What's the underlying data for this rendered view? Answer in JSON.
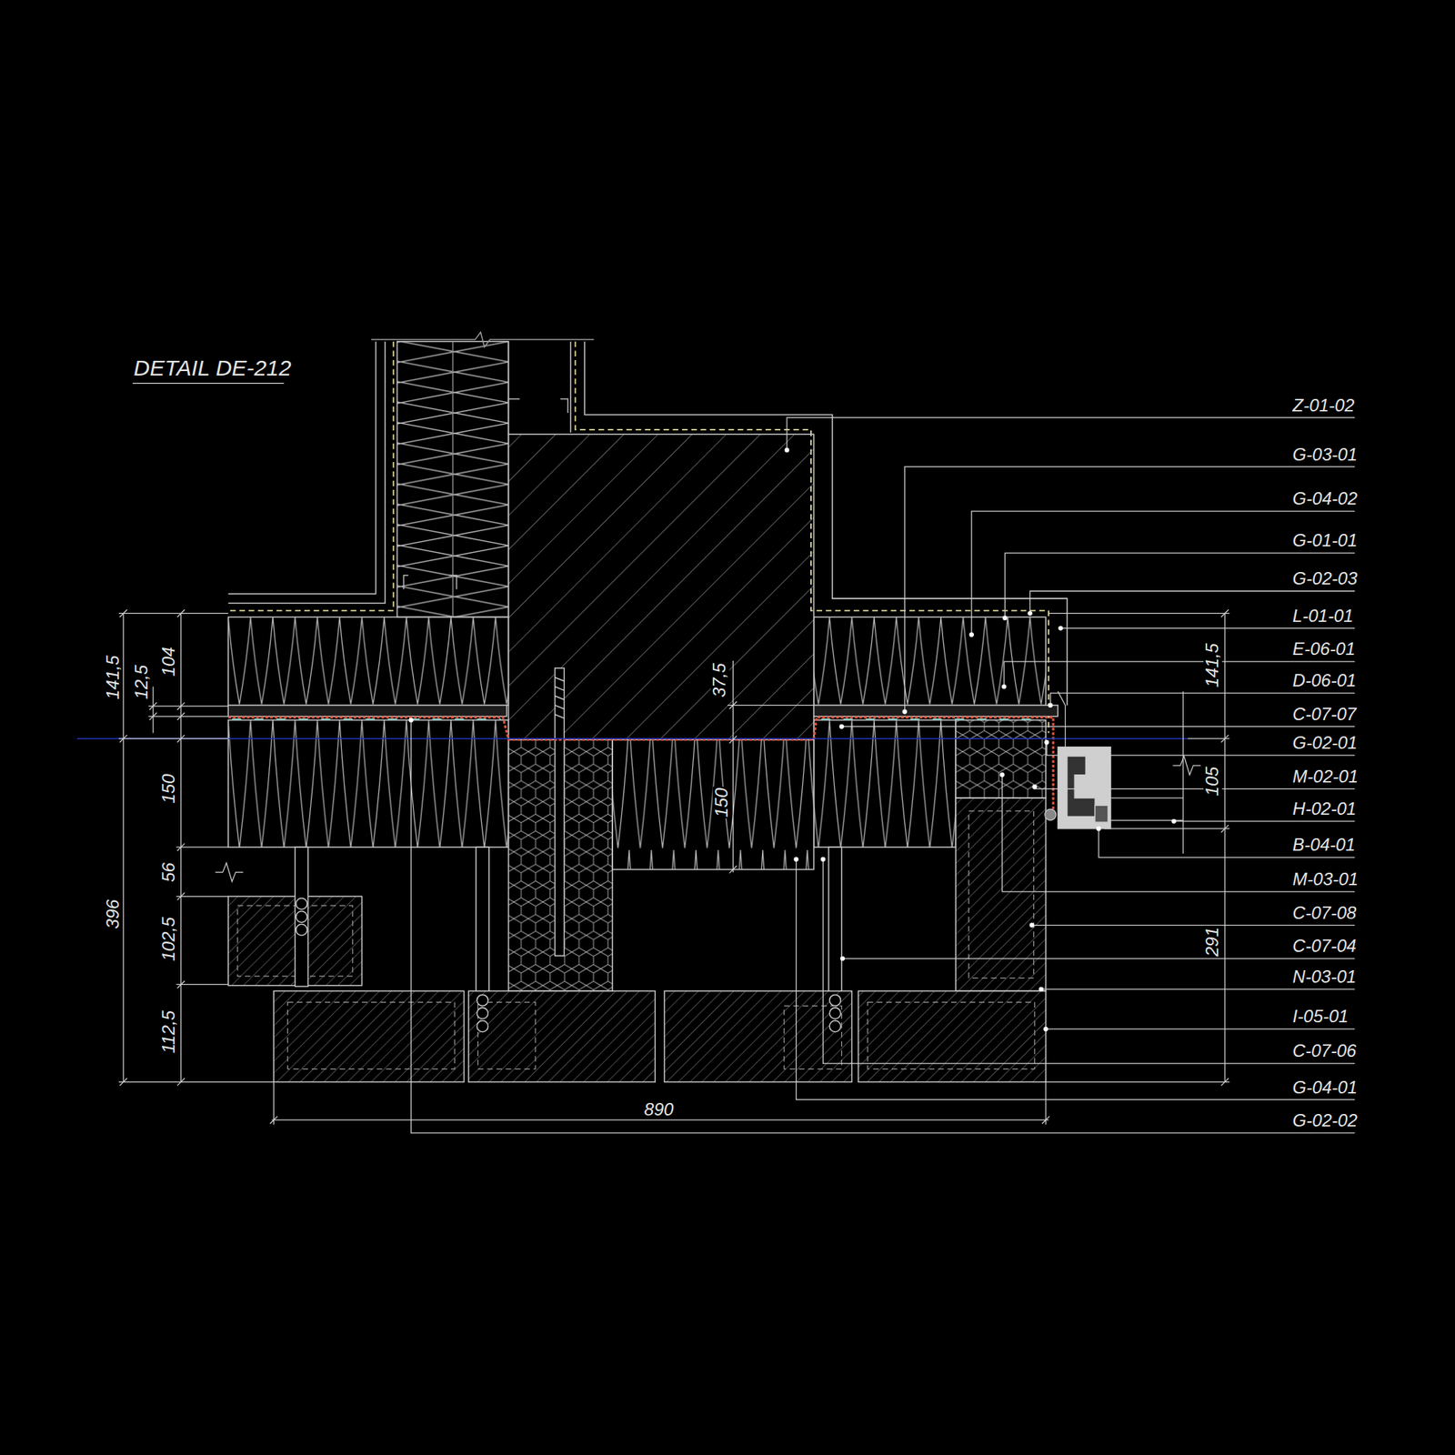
{
  "diagram": {
    "title": "DETAIL DE-212",
    "labels": [
      "141,5",
      "12,5",
      "104",
      "150",
      "56",
      "396",
      "102,5",
      "112,5",
      "37,5",
      "150",
      "890",
      "141,5",
      "105",
      "291",
      "Z-01-02",
      "G-03-01",
      "G-04-02",
      "G-01-01",
      "G-02-03",
      "L-01-01",
      "E-06-01",
      "D-06-01",
      "C-07-07",
      "G-02-01",
      "M-02-01",
      "H-02-01",
      "B-04-01",
      "M-03-01",
      "C-07-08",
      "C-07-04",
      "N-03-01",
      "I-05-01",
      "C-07-06",
      "G-04-01",
      "G-02-02"
    ]
  }
}
